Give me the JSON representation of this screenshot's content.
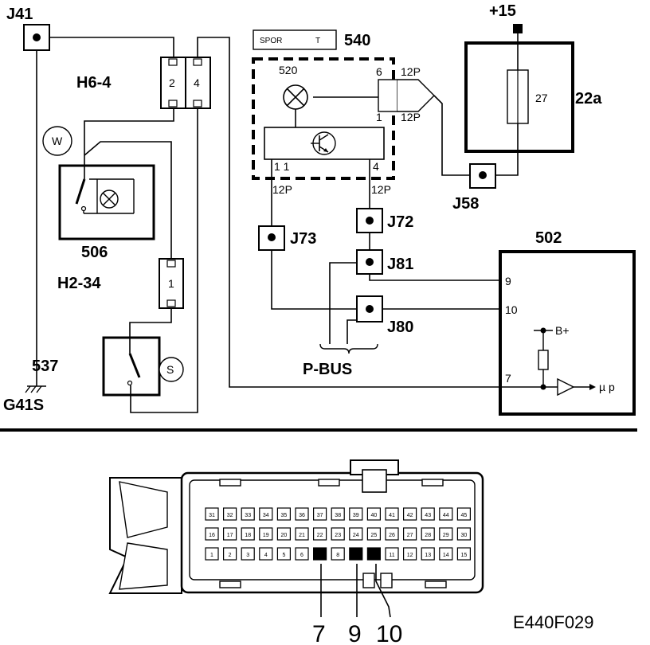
{
  "diagram": {
    "junctions": {
      "j41": "J41",
      "j58": "J58",
      "j73": "J73",
      "j72": "J72",
      "j81": "J81",
      "j80": "J80"
    },
    "components": {
      "h6_4": "H6-4",
      "h6_4_pin2": "2",
      "h6_4_pin4": "4",
      "h2_34": "H2-34",
      "h2_34_pin1": "1",
      "c506": "506",
      "c537": "537",
      "g41s": "G41S",
      "c540": "540",
      "spor": "SPOR",
      "spor_t": "T",
      "c520": "520",
      "pin6": "6",
      "pin1": "1",
      "pin11": "1 1",
      "pin4": "4",
      "p12a": "12P",
      "p12b": "12P",
      "p12c": "12P",
      "p12d": "12P",
      "plus15": "+15",
      "c22a": "22a",
      "fuse27": "27",
      "c502": "502",
      "pin9": "9",
      "pin10": "10",
      "pin7": "7",
      "bplus": "B+",
      "mup": "µ p",
      "pbus": "P-BUS",
      "switch_w": "W",
      "switch_s": "S"
    },
    "connector": {
      "row_top": [
        "31",
        "32",
        "33",
        "34",
        "35",
        "36",
        "37",
        "38",
        "39",
        "40",
        "41",
        "42",
        "43",
        "44",
        "45"
      ],
      "row_mid": [
        "16",
        "17",
        "18",
        "19",
        "20",
        "21",
        "22",
        "23",
        "24",
        "25",
        "26",
        "27",
        "28",
        "29",
        "30"
      ],
      "row_bot": [
        "1",
        "2",
        "3",
        "4",
        "5",
        "6",
        "7",
        "8",
        "9",
        "10",
        "11",
        "12",
        "13",
        "14",
        "15"
      ],
      "highlighted_pins": [
        "7",
        "9",
        "10"
      ],
      "callout_7": "7",
      "callout_9": "9",
      "callout_10": "10"
    },
    "figure_code": "E440F029"
  }
}
